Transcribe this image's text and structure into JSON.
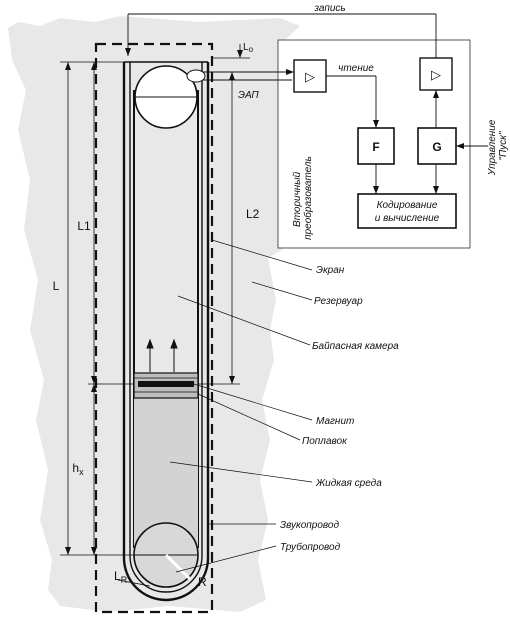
{
  "labels": {
    "record": "запись",
    "read": "чтение",
    "l0": "L",
    "l0_sub": "o",
    "eap": "ЭАП",
    "control_line1": "Управление",
    "control_line2": "\"Пуск\"",
    "secondary_line1": "Вторичный",
    "secondary_line2": "преобразователь",
    "block_f": "F",
    "block_g": "G",
    "coding_line1": "Кодирование",
    "coding_line2": "и вычисление",
    "amp_symbol": "▷",
    "dim_l": "L",
    "dim_l1": "L1",
    "dim_l2": "L2",
    "dim_hx": "h",
    "dim_hx_sub": "x",
    "dim_lr": "L",
    "dim_lr_sub": "R",
    "dim_r": "R",
    "screen": "Экран",
    "reservoir": "Резервуар",
    "bypass": "Байпасная камера",
    "magnet": "Магнит",
    "float": "Поплавок",
    "liquid": "Жидкая среда",
    "waveguide": "Звукопровод",
    "pipe": "Трубопровод"
  },
  "colors": {
    "reservoir_fill": "#e8e8e8",
    "liquid_fill": "#d3d3d3",
    "block_fill": "#ffffff",
    "line": "#111111"
  }
}
